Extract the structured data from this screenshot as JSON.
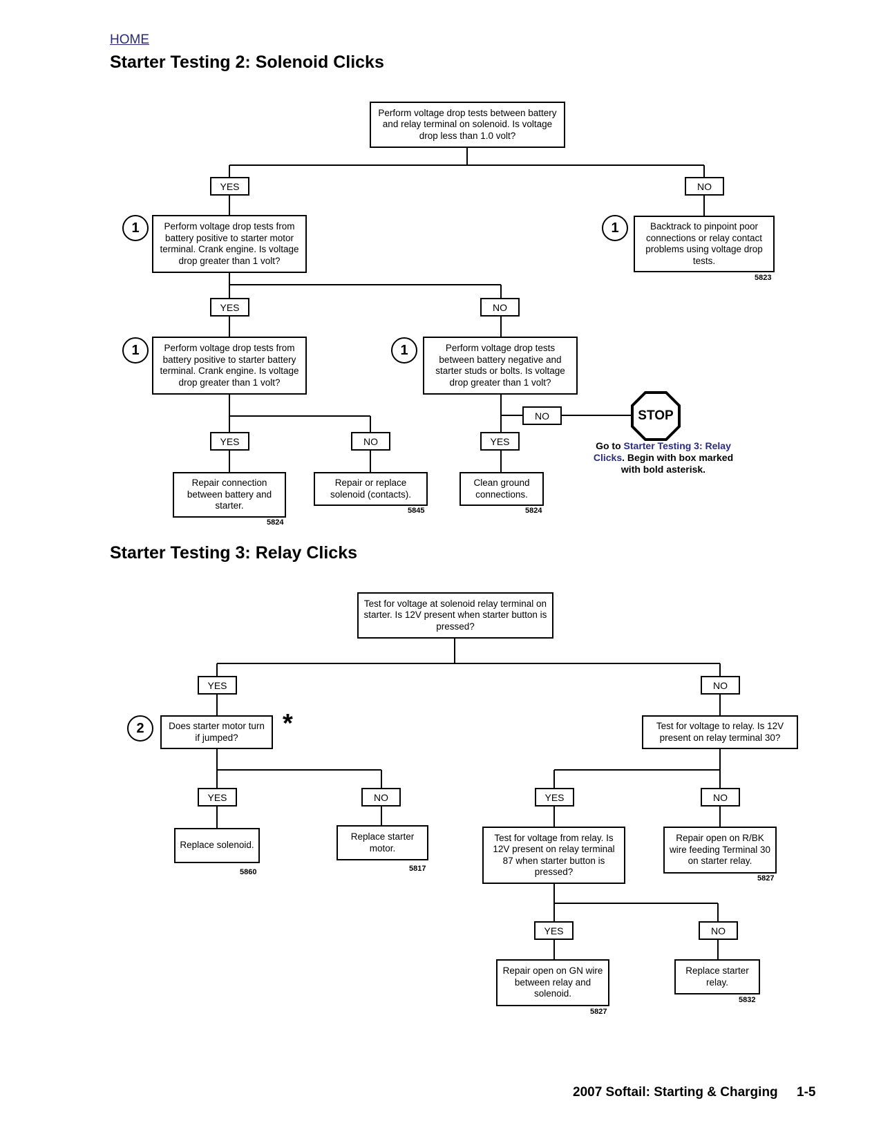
{
  "home_link": "HOME",
  "section1": {
    "title": "Starter Testing 2: Solenoid Clicks",
    "boxes": {
      "top": "Perform voltage drop tests between battery and relay terminal on solenoid. Is voltage drop less than 1.0 volt?",
      "motor_terminal": "Perform voltage drop tests from battery positive to starter motor terminal. Crank engine. Is voltage drop greater than 1 volt?",
      "backtrack": "Backtrack to pinpoint poor connections or relay contact problems using voltage drop tests.",
      "battery_terminal": "Perform voltage drop tests from battery positive to starter battery terminal. Crank engine. Is voltage drop greater than 1 volt?",
      "negative": "Perform voltage drop tests between battery negative and starter studs or bolts. Is voltage drop greater than 1 volt?",
      "repair_connection": "Repair connection between battery and starter.",
      "repair_solenoid": "Repair or replace solenoid (contacts).",
      "clean_ground": "Clean ground connections."
    },
    "labels": {
      "yes": "YES",
      "no": "NO"
    },
    "circle_number": "1",
    "refs": {
      "backtrack": "5823",
      "repair_connection": "5824",
      "repair_solenoid": "5845",
      "clean_ground": "5824"
    },
    "stop": {
      "sign": "STOP",
      "prefix": "Go to ",
      "link": "Starter Testing 3: Relay Clicks",
      "suffix": ". Begin with box marked with bold asterisk."
    }
  },
  "section2": {
    "title": "Starter Testing 3: Relay Clicks",
    "boxes": {
      "top": "Test for voltage at solenoid relay terminal on starter. Is 12V present when starter button is pressed?",
      "jumped": "Does starter motor turn if jumped?",
      "relay_30": "Test for voltage to relay. Is 12V present on relay terminal 30?",
      "replace_solenoid": "Replace solenoid.",
      "replace_motor": "Replace starter motor.",
      "relay_87": "Test for voltage from relay. Is 12V present on relay terminal 87 when starter button is pressed?",
      "repair_rbk": "Repair open on R/BK wire feeding Terminal 30 on starter relay.",
      "repair_gn": "Repair open on GN wire between relay and solenoid.",
      "replace_relay": "Replace starter relay."
    },
    "labels": {
      "yes": "YES",
      "no": "NO"
    },
    "circle_number": "2",
    "asterisk": "*",
    "refs": {
      "replace_solenoid": "5860",
      "replace_motor": "5817",
      "repair_rbk": "5827",
      "repair_gn": "5827",
      "replace_relay": "5832"
    }
  },
  "footer": {
    "title": "2007 Softail: Starting & Charging",
    "page": "1-5"
  }
}
